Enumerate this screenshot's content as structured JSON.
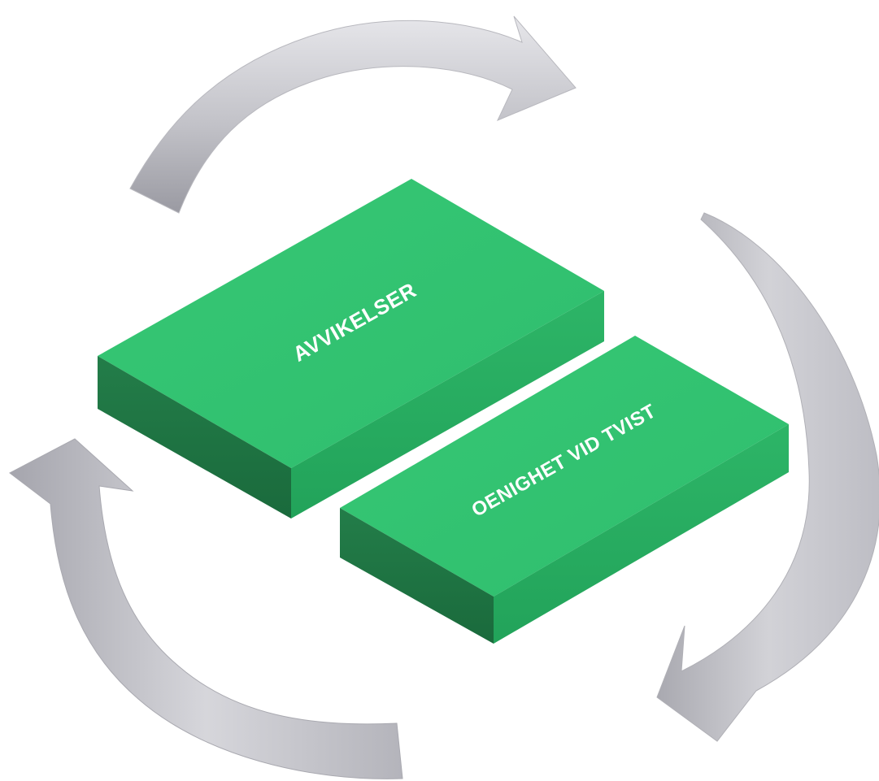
{
  "diagram": {
    "blocks": [
      {
        "id": "avvikelser",
        "label": "AVVIKELSER"
      },
      {
        "id": "oenighet",
        "label": "OENIGHET VID TVIST"
      }
    ],
    "arrows": [
      {
        "id": "top",
        "icon": "curved-arrow-icon",
        "direction": "clockwise"
      },
      {
        "id": "right",
        "icon": "curved-arrow-icon",
        "direction": "clockwise"
      },
      {
        "id": "left",
        "icon": "curved-arrow-icon",
        "direction": "clockwise"
      }
    ],
    "colors": {
      "block_top": "#33c472",
      "block_front": "#2bb566",
      "block_side": "#1c6e40",
      "arrow_light": "#d4d4d8",
      "arrow_dark": "#9c9ca4",
      "label": "#ffffff"
    }
  }
}
